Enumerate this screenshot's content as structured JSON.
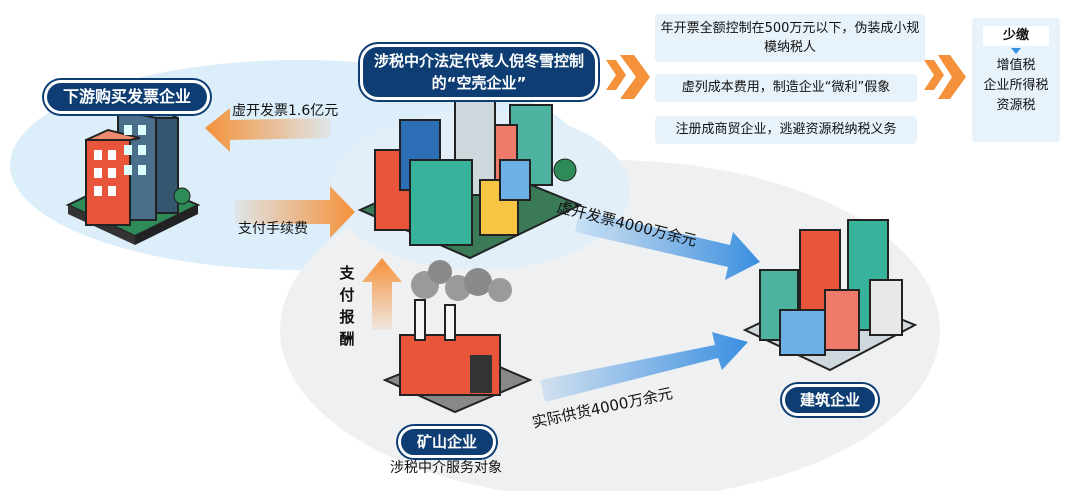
{
  "nodes": {
    "downstream": "下游购买发票企业",
    "shell": "涉税中介法定代表人倪冬雪控制的“空壳企业”",
    "mining": "矿山企业",
    "mining_caption": "涉税中介服务对象",
    "construction": "建筑企业"
  },
  "edges": {
    "fake_invoice_small": "虚开发票1.6亿元",
    "service_fee": "支付手续费",
    "fake_invoice_large": "虚开发票4000万余元",
    "pay_reward": "支付报酬",
    "actual_supply": "实际供货4000万余元"
  },
  "methods": [
    "年开票全额控制在500万元以下，伪装成小规模纳税人",
    "虚列成本费用，制造企业“微利”假象",
    "注册成商贸企业，逃避资源税纳税义务"
  ],
  "outcome": {
    "title": "少缴",
    "items": [
      "增值税",
      "企业所得税",
      "资源税"
    ]
  },
  "colors": {
    "navy": "#0d3d73",
    "orange": "#f5913a",
    "blue": "#3a8fe0",
    "light_blue": "#e7f2fb"
  }
}
